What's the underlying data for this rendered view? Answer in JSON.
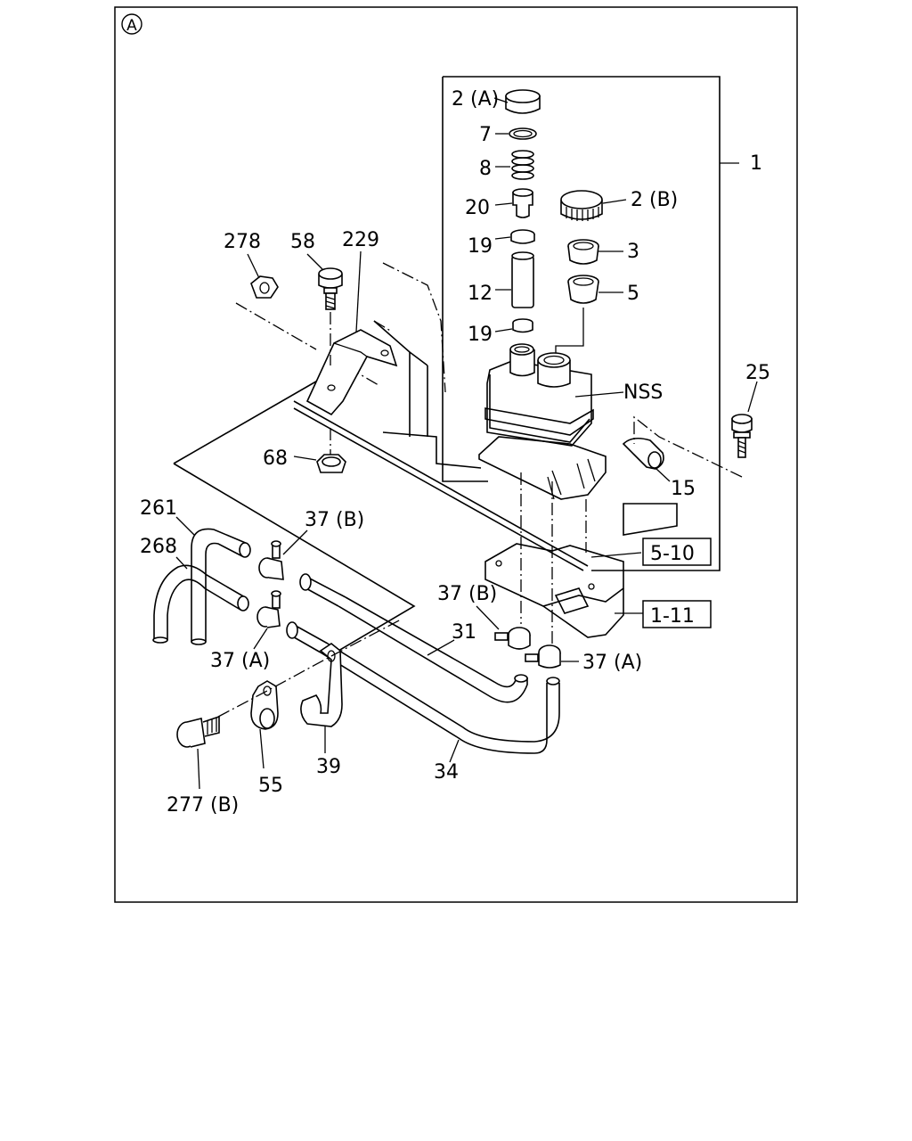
{
  "corner_marker": "A",
  "callouts": {
    "c_1": "1",
    "c_2a": "2 (A)",
    "c_2b": "2 (B)",
    "c_3": "3",
    "c_5": "5",
    "c_7": "7",
    "c_8": "8",
    "c_12": "12",
    "c_15": "15",
    "c_19a": "19",
    "c_19b": "19",
    "c_20": "20",
    "c_25": "25",
    "c_31": "31",
    "c_34": "34",
    "c_37a_left": "37 (A)",
    "c_37a_right": "37 (A)",
    "c_37b_left": "37 (B)",
    "c_37b_right": "37 (B)",
    "c_39": "39",
    "c_55": "55",
    "c_58": "58",
    "c_68": "68",
    "c_229": "229",
    "c_261": "261",
    "c_268": "268",
    "c_277b": "277 (B)",
    "c_278": "278",
    "c_nss": "NSS"
  },
  "references": {
    "ref_510": "5-10",
    "ref_111": "1-11"
  }
}
